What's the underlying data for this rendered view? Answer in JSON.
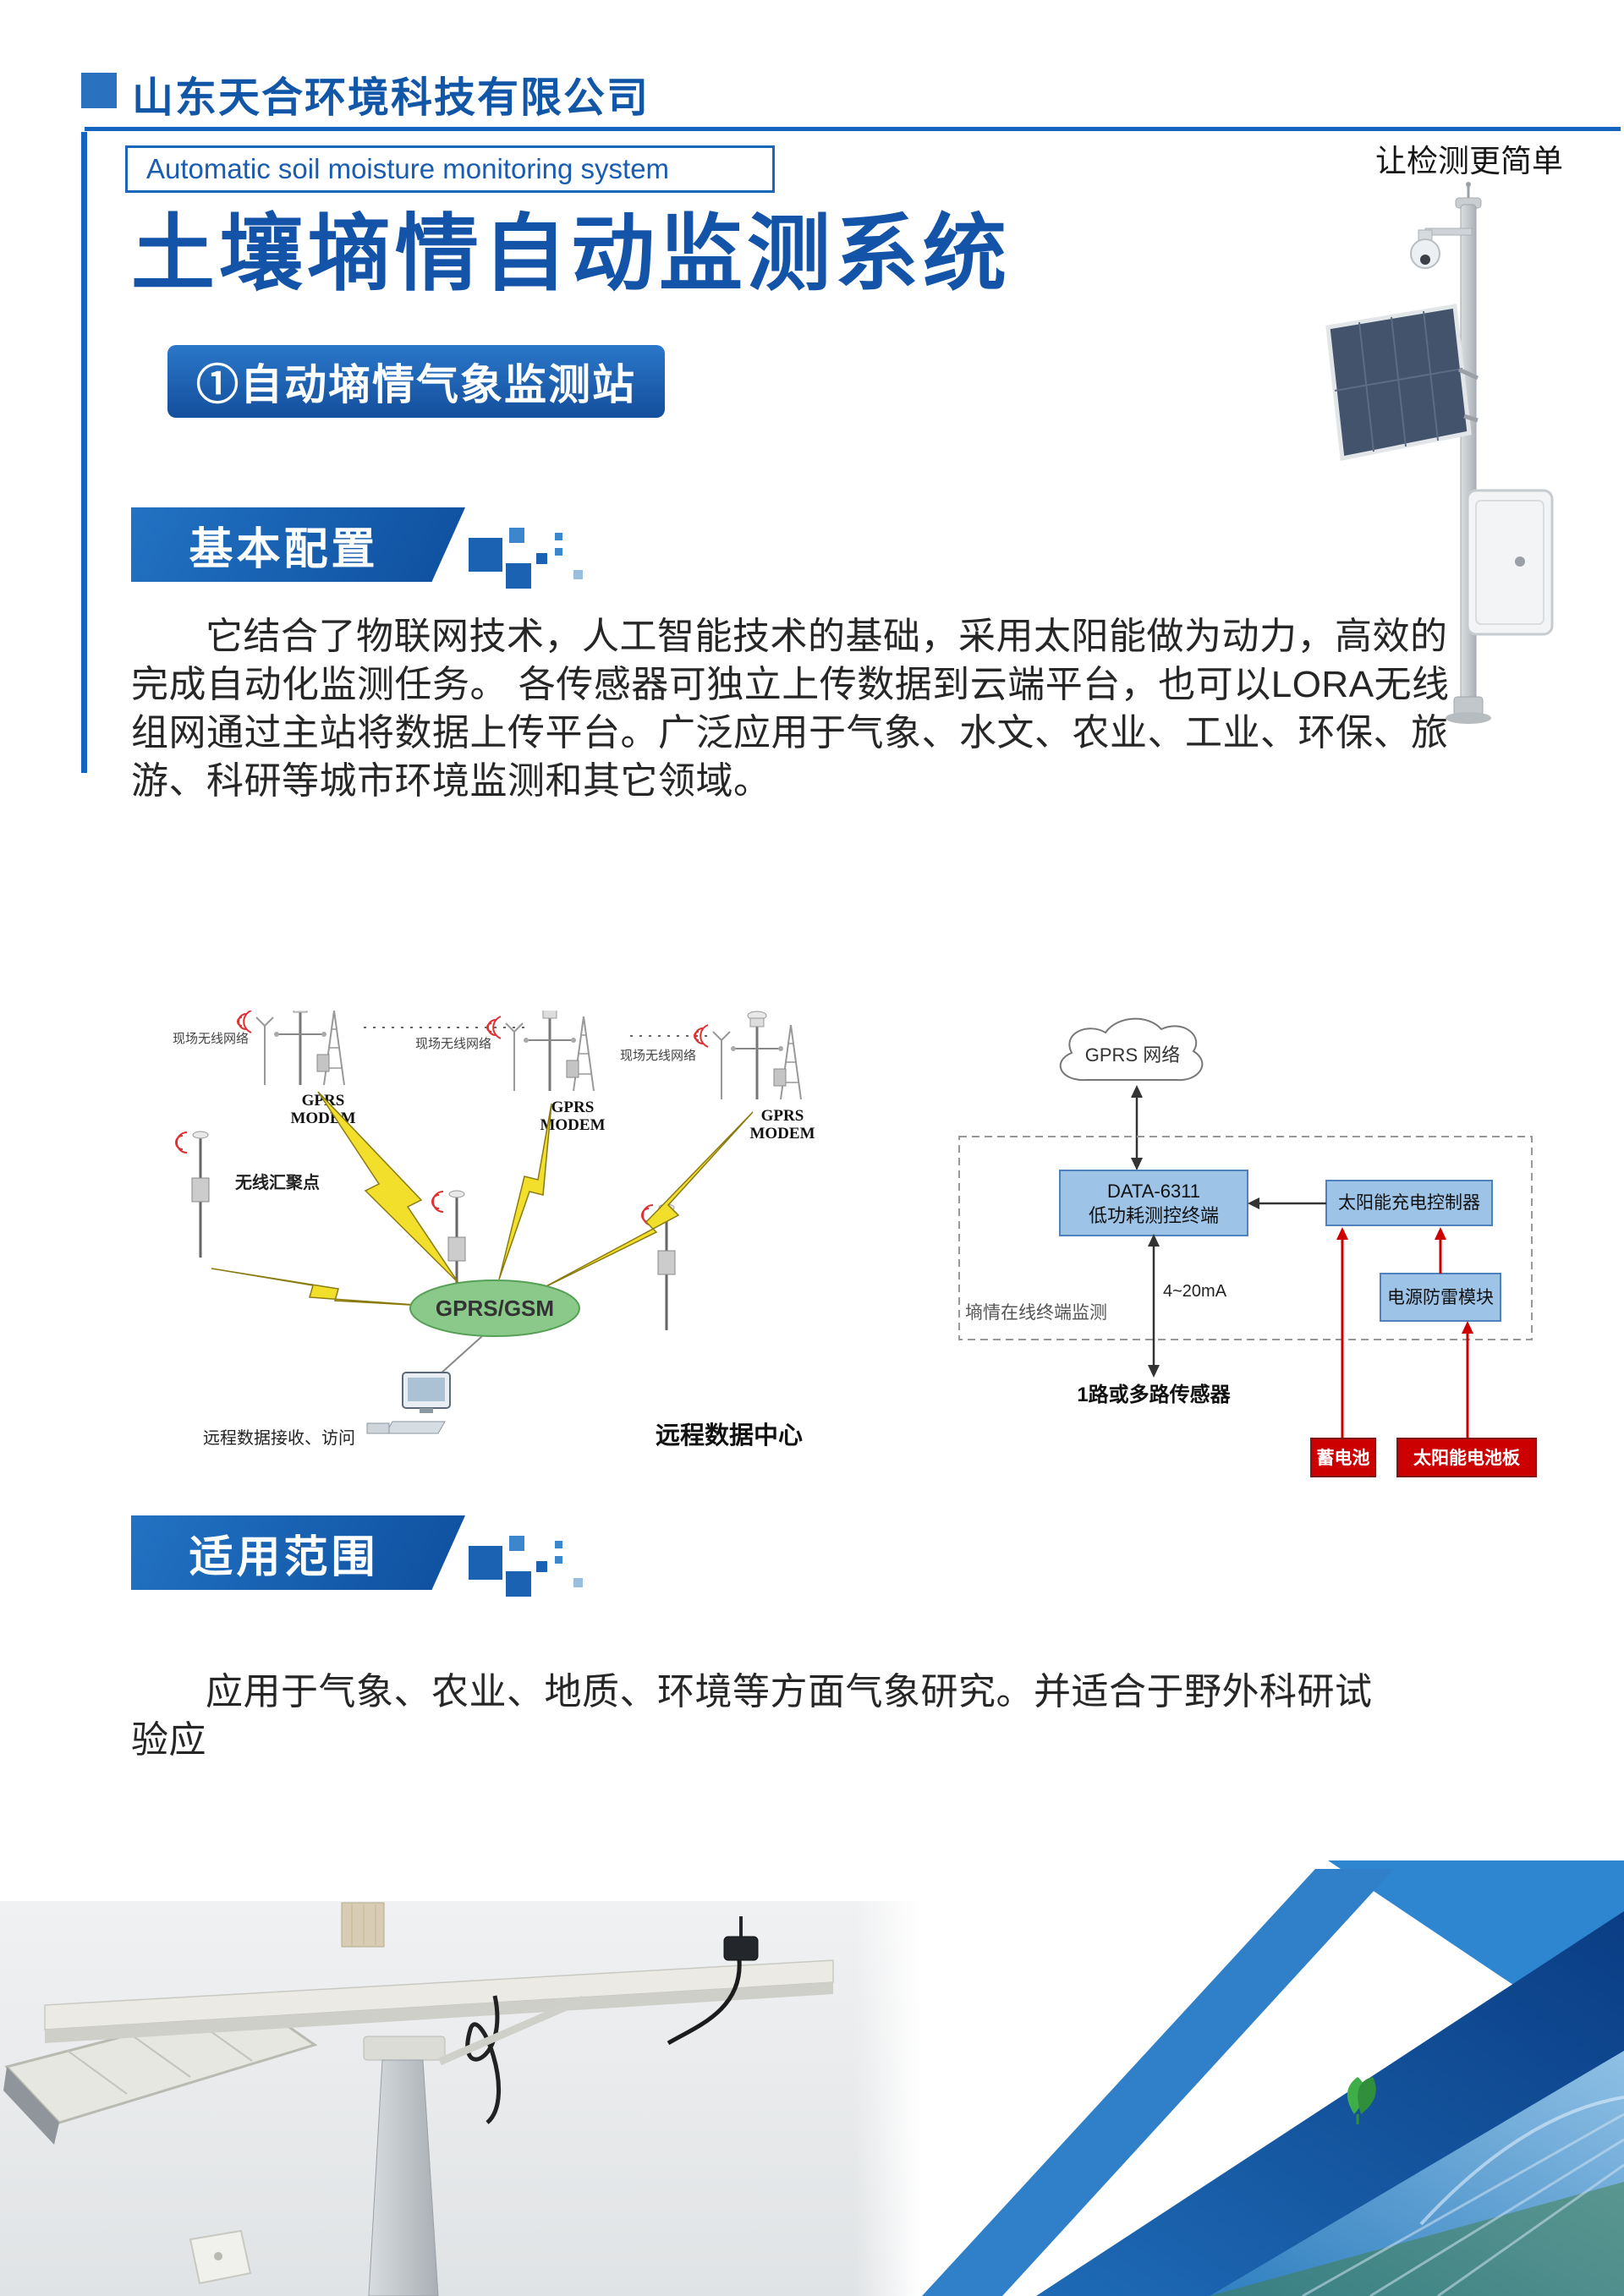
{
  "header": {
    "company": "山东天合环境科技有限公司",
    "slogan": "让检测更简单",
    "subtitle_en": "Automatic soil moisture monitoring system",
    "title": "土壤墒情自动监测系统",
    "badge": "①自动墒情气象监测站"
  },
  "sections": {
    "basic_config": {
      "heading": "基本配置",
      "body": "它结合了物联网技术，人工智能技术的基础，采用太阳能做为动力，高效的完成自动化监测任务。 各传感器可独立上传数据到云端平台，也可以LORA无线组网通过主站将数据上传平台。广泛应用于气象、水文、农业、工业、环保、旅游、科研等城市环境监测和其它领域。"
    },
    "application_scope": {
      "heading": "适用范围",
      "body": "应用于气象、农业、地质、环境等方面气象研究。并适合于野外科研试验应"
    }
  },
  "network_diagram": {
    "field_network": "现场无线网络",
    "gprs": "GPRS",
    "modem": "MODEM",
    "aggregation_point": "无线汇聚点",
    "cloud": "GPRS/GSM",
    "remote_receive": "远程数据接收、访问",
    "remote_center": "远程数据中心"
  },
  "block_diagram": {
    "cloud": "GPRS 网络",
    "terminal_line1": "DATA-6311",
    "terminal_line2": "低功耗测控终端",
    "charge_controller": "太阳能充电控制器",
    "surge_module": "电源防雷模块",
    "signal": "4~20mA",
    "sensors": "1路或多路传感器",
    "dashed_caption": "墒情在线终端监测",
    "battery": "蓄电池",
    "solar_panel": "太阳能电池板"
  },
  "colors": {
    "brand_blue": "#1256a8",
    "accent_blue": "#1565c0",
    "banner_blue": "#1460ae",
    "diagram_box_blue": "#9dc3e6",
    "alert_red": "#cc0000",
    "cloud_green": "#8bc98b",
    "bolt_yellow": "#f2df2b"
  }
}
